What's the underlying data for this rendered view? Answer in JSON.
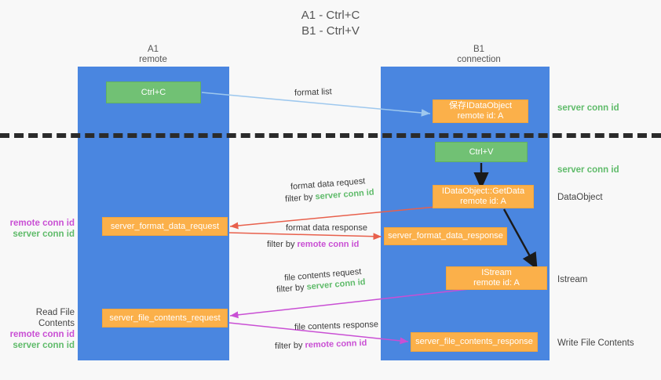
{
  "title": {
    "line1": "A1 - Ctrl+C",
    "line2": "B1 - Ctrl+V"
  },
  "lanes": [
    {
      "id": "a1",
      "name": "A1",
      "role": "remote",
      "color": "#4a86e0"
    },
    {
      "id": "b1",
      "name": "B1",
      "role": "connection",
      "color": "#4a86e0"
    }
  ],
  "colors": {
    "lane": "#4a86e0",
    "green_box": "#71c174",
    "orange_box": "#fbb04a",
    "server_conn_id": "#5fbb6a",
    "remote_conn_id": "#c94fd4",
    "format_arrow": "#e8604c",
    "file_arrow": "#c94fd4",
    "format_list_arrow": "#9ec8ee",
    "flow_arrow": "#1a1a1a",
    "divider": "#2b2b2b",
    "background": "#f8f8f8"
  },
  "nodes": {
    "ctrl_c": {
      "label": "Ctrl+C",
      "sub": "",
      "style": "green"
    },
    "save_idataobject": {
      "label": "保存IDataObject",
      "sub": "remote id: A",
      "style": "orange"
    },
    "ctrl_v": {
      "label": "Ctrl+V",
      "sub": "",
      "style": "green"
    },
    "getdata": {
      "label": "IDataObject::GetData",
      "sub": "remote id: A",
      "style": "orange"
    },
    "format_data_request": {
      "label": "server_format_data_request",
      "sub": "",
      "style": "orange"
    },
    "format_data_response": {
      "label": "server_format_data_response",
      "sub": "",
      "style": "orange"
    },
    "istream": {
      "label": "IStream",
      "sub": "remote id: A",
      "style": "orange"
    },
    "file_contents_request": {
      "label": "server_file_contents_request",
      "sub": "",
      "style": "orange"
    },
    "file_contents_response": {
      "label": "server_file_contents_response",
      "sub": "",
      "style": "orange"
    }
  },
  "side_notes": {
    "server_conn_id_top": "server conn id",
    "server_conn_id_mid": "server conn id",
    "dataobject": "DataObject",
    "istream": "Istream",
    "write_file_contents": "Write File Contents"
  },
  "left_notes": {
    "remote_conn_id_1": "remote conn id",
    "server_conn_id_1": "server conn id",
    "read_file_contents": "Read File Contents",
    "remote_conn_id_2": "remote conn id",
    "server_conn_id_2": "server conn id"
  },
  "arrow_captions": {
    "format_list": "format list",
    "format_data_request": "format data request",
    "format_data_request_filter_prefix": "filter by ",
    "format_data_request_filter_value": "server conn id",
    "format_data_response": "format data response",
    "format_data_response_filter_prefix": "filter by ",
    "format_data_response_filter_value": "remote conn id",
    "file_contents_request": "file contents request",
    "file_contents_request_filter_prefix": "filter by ",
    "file_contents_request_filter_value": "server conn id",
    "file_contents_response": "file contents response",
    "file_contents_response_filter_prefix": "filter by ",
    "file_contents_response_filter_value": "remote conn id"
  }
}
